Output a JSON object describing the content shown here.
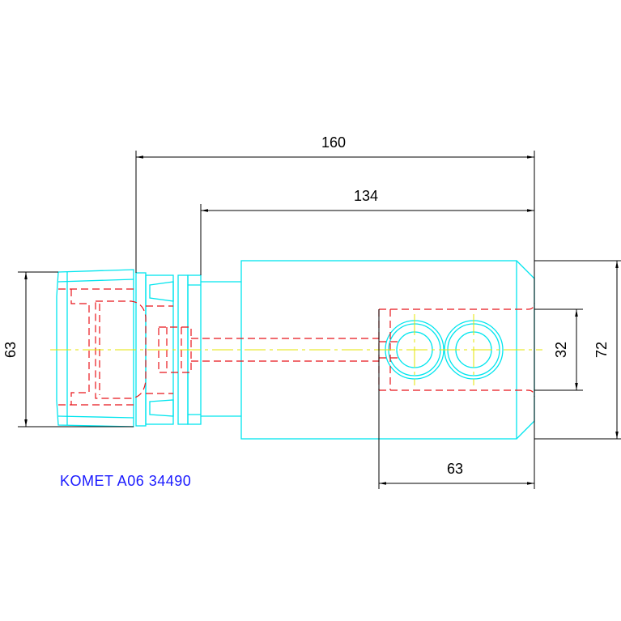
{
  "dimensions": {
    "overall_length": "160",
    "body_length": "134",
    "shank_diameter": "63",
    "bore_height": "32",
    "body_height": "72",
    "bore_offset": "63"
  },
  "caption": "KOMET A06 34490",
  "colors": {
    "outline": "#00e5ee",
    "hidden": "#e8141a",
    "centerline": "#e6e600",
    "dimension": "#000000",
    "caption": "#1a1aff"
  }
}
